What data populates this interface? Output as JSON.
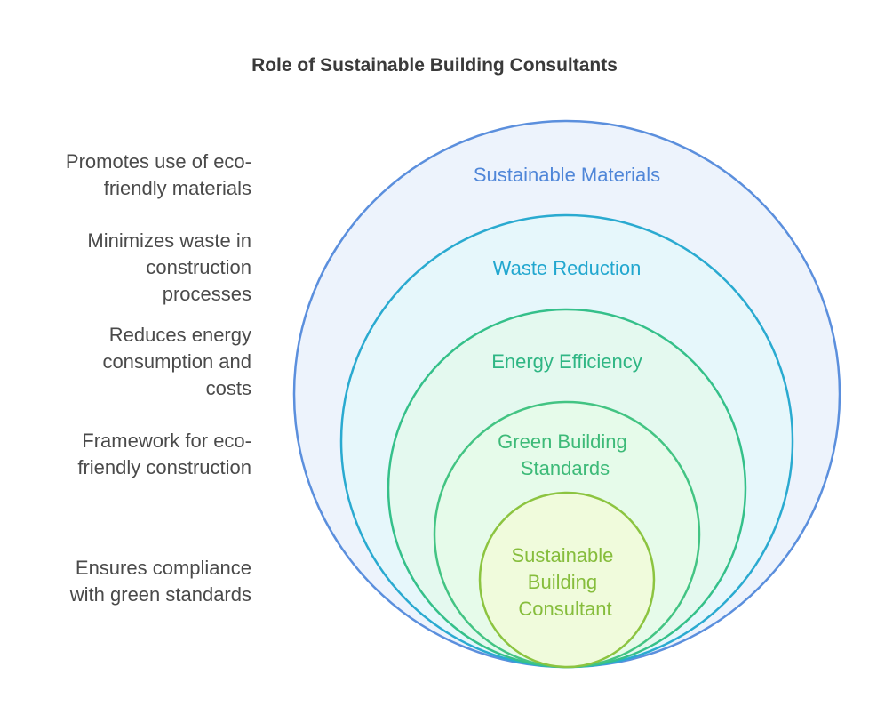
{
  "title": "Role of Sustainable Building Consultants",
  "layers": [
    {
      "label_lines": [
        "Sustainable Materials"
      ],
      "description_lines": [
        "Promotes use of eco-",
        "friendly materials"
      ],
      "stroke": "#5b8fdd",
      "fill": "#edf3fc",
      "text_color": "#4f86d8"
    },
    {
      "label_lines": [
        "Waste Reduction"
      ],
      "description_lines": [
        "Minimizes waste in",
        "construction",
        "processes"
      ],
      "stroke": "#2aaad0",
      "fill": "#e6f7fb",
      "text_color": "#22a7cf"
    },
    {
      "label_lines": [
        "Energy Efficiency"
      ],
      "description_lines": [
        "Reduces energy",
        "consumption and",
        "costs"
      ],
      "stroke": "#35c08a",
      "fill": "#e4f9ef",
      "text_color": "#2fb684"
    },
    {
      "label_lines": [
        "Green Building",
        "Standards"
      ],
      "description_lines": [
        "Framework for eco-",
        "friendly construction"
      ],
      "stroke": "#43c483",
      "fill": "#e6fbea",
      "text_color": "#3dba78"
    },
    {
      "label_lines": [
        "Sustainable",
        "Building",
        "Consultant"
      ],
      "description_lines": [
        "Ensures compliance",
        "with green standards"
      ],
      "stroke": "#8cc440",
      "fill": "#f0fbdc",
      "text_color": "#86bd3c"
    }
  ]
}
